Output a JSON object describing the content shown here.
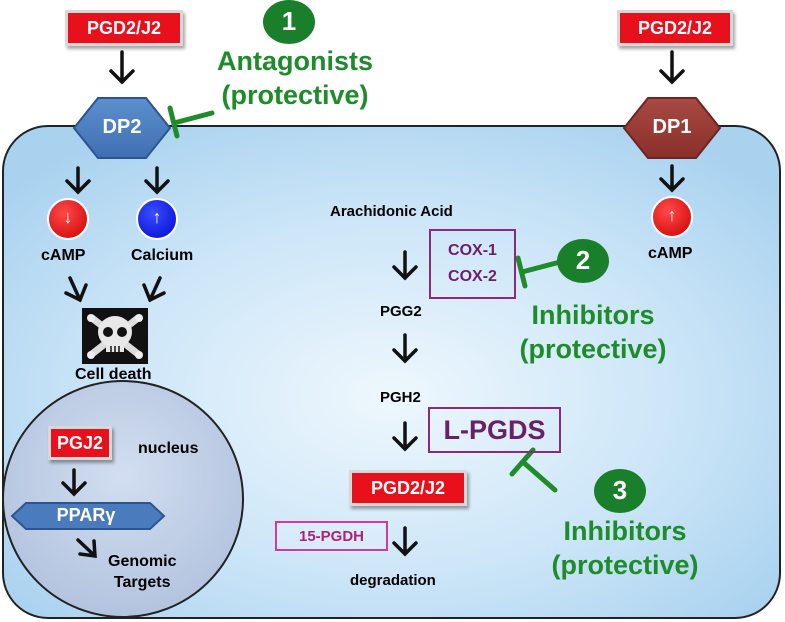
{
  "pgd2_j2_left": "PGD2/J2",
  "pgd2_j2_right": "PGD2/J2",
  "dp2": "DP2",
  "dp1": "DP1",
  "antagonists": {
    "number": "1",
    "line1": "Antagonists",
    "line2": "(protective)"
  },
  "cox_inhibitors": {
    "number": "2",
    "line1": "Inhibitors",
    "line2": "(protective)"
  },
  "lpgds_inhibitors": {
    "number": "3",
    "line1": "Inhibitors",
    "line2": "(protective)"
  },
  "camp_left": "cAMP",
  "calcium": "Calcium",
  "camp_right": "cAMP",
  "down_symbol": "↓",
  "up_symbol_calcium": "↑",
  "up_symbol_right": "↑",
  "cell_death": "Cell death",
  "nucleus": {
    "label": "nucleus",
    "pgj2": "PGJ2",
    "ppar": "PPARγ",
    "targets_line1": "Genomic",
    "targets_line2": "Targets"
  },
  "pathway": {
    "arachidonic": "Arachidonic Acid",
    "cox1": "COX-1",
    "cox2": "COX-2",
    "pgg2": "PGG2",
    "pgh2": "PGH2",
    "lpgds": "L-PGDS",
    "pgd2_j2": "PGD2/J2",
    "pgdh": "15-PGDH",
    "degradation": "degradation"
  },
  "colors": {
    "cell_fill": "#b9dcf4",
    "green": "#1e8c2a",
    "red_box": "#e8101a",
    "dp2": "#4a7bbd",
    "dp1": "#9b3a35",
    "purple": "#6b1f6b"
  }
}
